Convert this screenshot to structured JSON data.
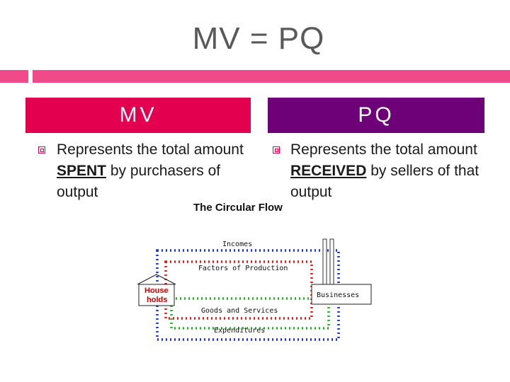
{
  "title": "MV = PQ",
  "colors": {
    "accent_bar": "#f04a8a",
    "mv_header": "#e3004f",
    "pq_header": "#6e0078"
  },
  "left": {
    "header": "MV",
    "text_pre": "Represents the total amount ",
    "text_emph": "SPENT",
    "text_post": " by purchasers of output"
  },
  "right": {
    "header": "PQ",
    "text_pre": "Represents the total amount ",
    "text_emph": "RECEIVED",
    "text_post": " by sellers of that output"
  },
  "diagram": {
    "title": "The Circular Flow",
    "incomes": "Incomes",
    "factors": "Factors of Production",
    "households_line1": "House",
    "households_line2": "holds",
    "businesses": "Businesses",
    "goods": "Goods and Services",
    "expenditures": "Expenditures"
  }
}
